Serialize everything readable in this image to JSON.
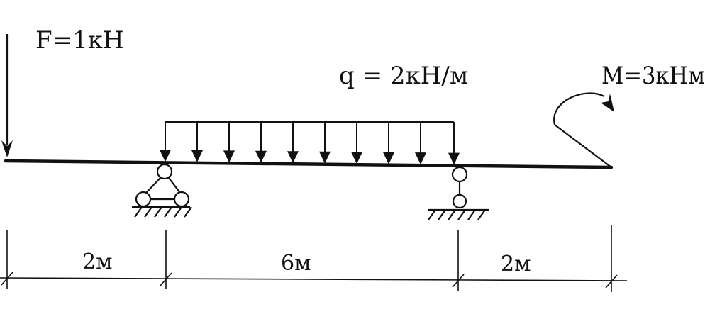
{
  "labels": {
    "force": "F=1кН",
    "distributed_load": "q = 2кН/м",
    "moment": "M=3кНм",
    "span_left": "2м",
    "span_middle": "6м",
    "span_right": "2м"
  },
  "colors": {
    "ink": "#111111",
    "background": "#ffffff"
  }
}
